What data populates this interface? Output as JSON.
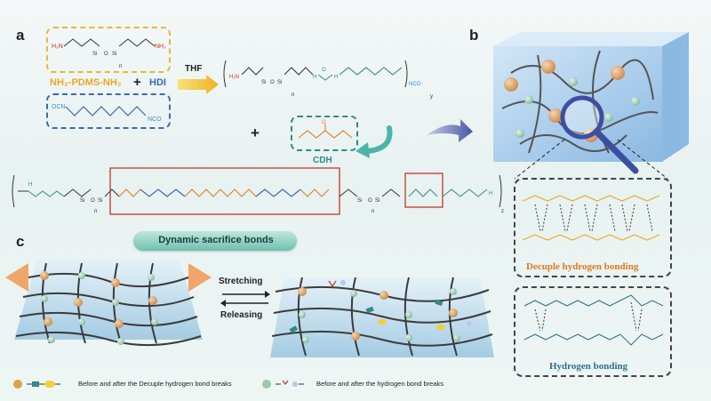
{
  "panels": {
    "a": "a",
    "b": "b",
    "c": "c"
  },
  "reagents": {
    "pdms": "NH₂-PDMS-NH₂",
    "plus": "+",
    "hdi": "HDI",
    "thf": "THF",
    "cdh": "CDH",
    "plus2": "+"
  },
  "fragments": {
    "nh2": "H₂N",
    "nh2_right": "NH₂",
    "ocn": "OCN",
    "nco": "NCO",
    "si": "Si",
    "o": "O",
    "n": "n",
    "y": "y",
    "z": "z",
    "h": "H",
    "nn": "N"
  },
  "labels": {
    "dynamic": "Dynamic sacrifice bonds",
    "stretching": "Stretching",
    "releasing": "Releasing",
    "legend1": "Before and after the Decuple hydrogen bond breaks",
    "legend2": "Before and after the hydrogen bond breaks",
    "decuple": "Decuple hydrogen bonding",
    "hbond": "Hydrogen bonding"
  },
  "colors": {
    "yellow": "#e8b83a",
    "blue": "#3f66b8",
    "teal": "#2f8a88",
    "orange": "#e07a1c",
    "red": "#c8322a",
    "gold": "#d9a441"
  }
}
